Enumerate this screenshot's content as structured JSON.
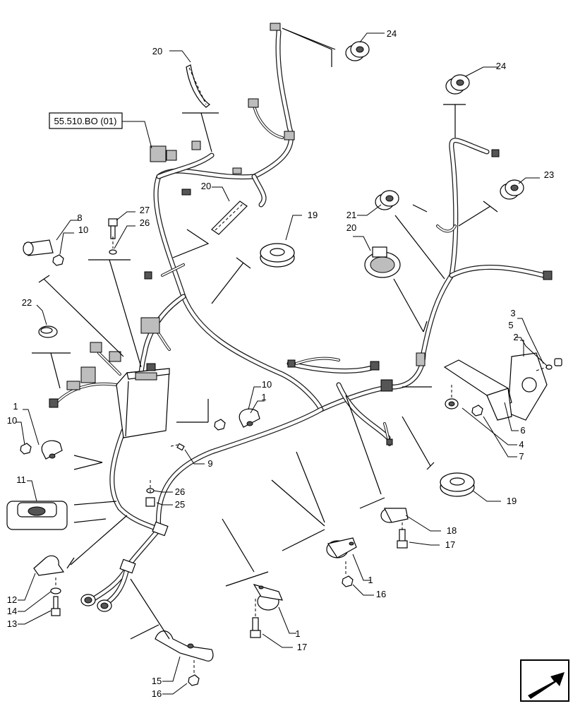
{
  "reference": {
    "label": "55.510.BO (01)"
  },
  "callouts": [
    {
      "id": "c24a",
      "label": "24"
    },
    {
      "id": "c24b",
      "label": "24"
    },
    {
      "id": "c20a",
      "label": "20"
    },
    {
      "id": "c20b",
      "label": "20"
    },
    {
      "id": "c20c",
      "label": "20"
    },
    {
      "id": "c23",
      "label": "23"
    },
    {
      "id": "c21",
      "label": "21"
    },
    {
      "id": "c19a",
      "label": "19"
    },
    {
      "id": "c19b",
      "label": "19"
    },
    {
      "id": "c8",
      "label": "8"
    },
    {
      "id": "c10a",
      "label": "10"
    },
    {
      "id": "c10b",
      "label": "10"
    },
    {
      "id": "c10c",
      "label": "10"
    },
    {
      "id": "c27",
      "label": "27"
    },
    {
      "id": "c26a",
      "label": "26"
    },
    {
      "id": "c26b",
      "label": "26"
    },
    {
      "id": "c22",
      "label": "22"
    },
    {
      "id": "c3",
      "label": "3"
    },
    {
      "id": "c5",
      "label": "5"
    },
    {
      "id": "c2",
      "label": "2"
    },
    {
      "id": "c6",
      "label": "6"
    },
    {
      "id": "c4",
      "label": "4"
    },
    {
      "id": "c7",
      "label": "7"
    },
    {
      "id": "c1a",
      "label": "1"
    },
    {
      "id": "c1b",
      "label": "1"
    },
    {
      "id": "c1c",
      "label": "1"
    },
    {
      "id": "c1d",
      "label": "1"
    },
    {
      "id": "c9",
      "label": "9"
    },
    {
      "id": "c25",
      "label": "25"
    },
    {
      "id": "c11",
      "label": "11"
    },
    {
      "id": "c18",
      "label": "18"
    },
    {
      "id": "c17a",
      "label": "17"
    },
    {
      "id": "c17b",
      "label": "17"
    },
    {
      "id": "c16a",
      "label": "16"
    },
    {
      "id": "c16b",
      "label": "16"
    },
    {
      "id": "c12",
      "label": "12"
    },
    {
      "id": "c14",
      "label": "14"
    },
    {
      "id": "c13",
      "label": "13"
    },
    {
      "id": "c15",
      "label": "15"
    }
  ],
  "nav": {
    "icon": "arrow-previous-icon"
  }
}
